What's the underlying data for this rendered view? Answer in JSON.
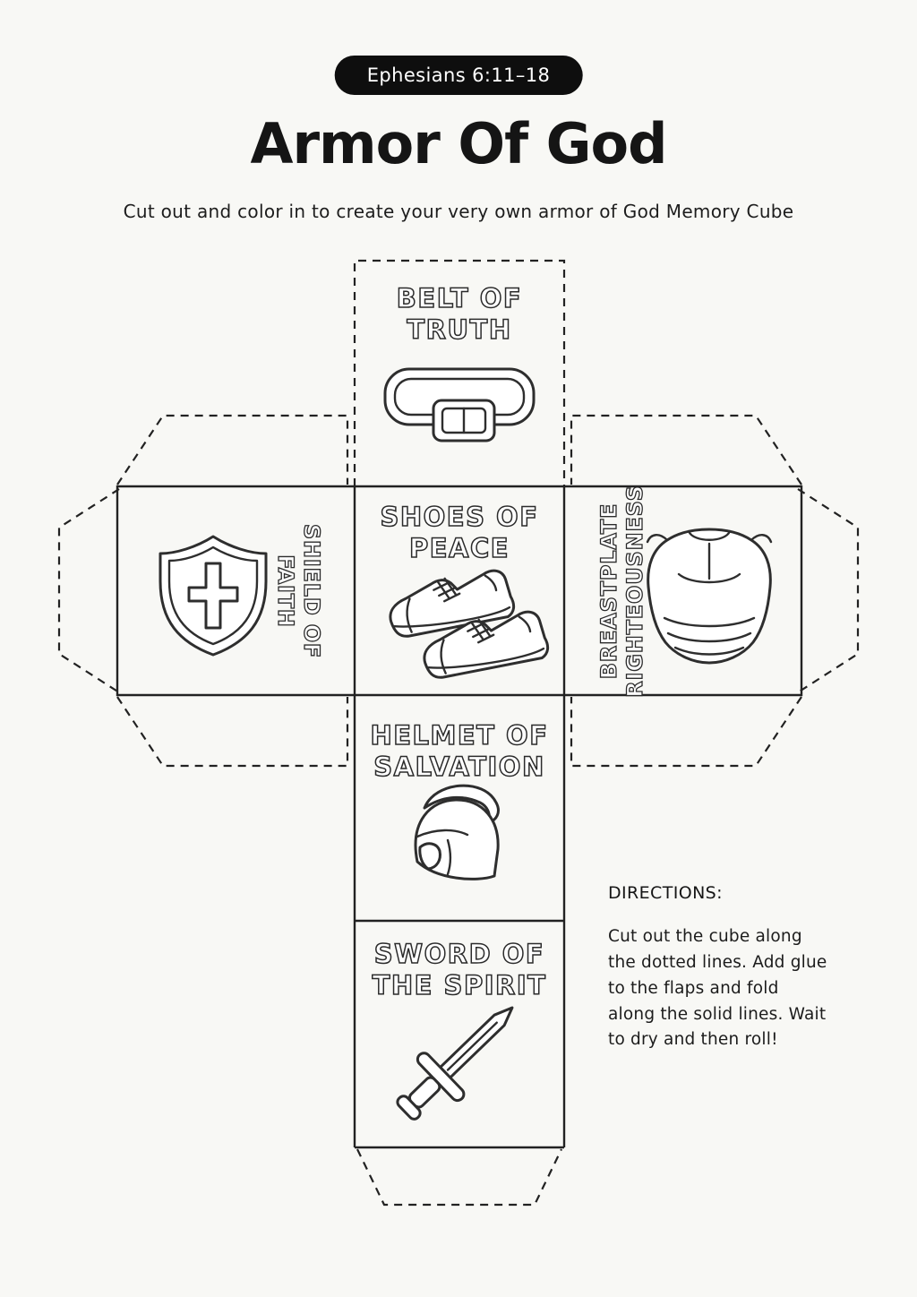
{
  "header": {
    "verse_badge": "Ephesians 6:11–18",
    "title": "Armor Of God",
    "subtitle": "Cut out and color in to create your very own armor of God Memory Cube"
  },
  "faces": {
    "belt": {
      "label": "BELT OF\nTRUTH",
      "icon": "belt-icon"
    },
    "shoes": {
      "label": "SHOES OF\nPEACE",
      "icon": "shoes-icon"
    },
    "shield": {
      "label": "SHIELD OF\nFAITH",
      "icon": "shield-icon"
    },
    "breastplate": {
      "label": "BREASTPLATE\nRIGHTEOUSNESS",
      "icon": "breastplate-icon"
    },
    "helmet": {
      "label": "HELMET OF\nSALVATION",
      "icon": "helmet-icon"
    },
    "sword": {
      "label": "SWORD OF\nTHE SPIRIT",
      "icon": "sword-icon"
    }
  },
  "directions": {
    "heading": "DIRECTIONS:",
    "body": "Cut out the cube along the dotted lines. Add glue to the flaps and fold along the solid lines. Wait to dry and then roll!"
  },
  "colors": {
    "ink": "#1e1e1e",
    "paper": "#f8f8f5",
    "badge_bg": "#0e0e0e",
    "badge_text": "#ffffff"
  }
}
